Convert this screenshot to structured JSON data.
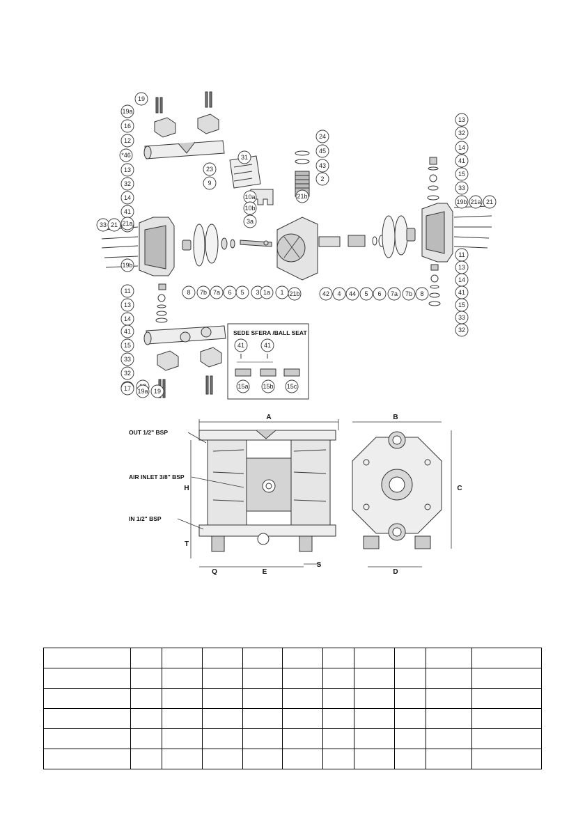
{
  "exploded_view": {
    "part_labels": [
      "19",
      "19a",
      "16",
      "12",
      "*46",
      "13",
      "32",
      "14",
      "41",
      "15",
      "33",
      "21",
      "21a",
      "19b",
      "11",
      "13",
      "14",
      "41",
      "15",
      "33",
      "32",
      "*46",
      "12",
      "17",
      "19a",
      "19",
      "23",
      "9",
      "31",
      "10a",
      "10b",
      "3a",
      "8",
      "7b",
      "7a",
      "6",
      "5",
      "3",
      "1a",
      "1",
      "21b",
      "24",
      "45",
      "43",
      "2",
      "21b",
      "42",
      "4",
      "44",
      "5",
      "6",
      "7a",
      "7b",
      "8",
      "13",
      "32",
      "14",
      "41",
      "15",
      "33",
      "19b",
      "21a",
      "21",
      "11",
      "13",
      "14",
      "41",
      "15",
      "33",
      "32"
    ],
    "ball_seat": {
      "title": "SEDE SFERA /BALL SEAT",
      "labels": [
        "41",
        "41",
        "15a",
        "15b",
        "15c"
      ]
    }
  },
  "dimension_drawing": {
    "ports": {
      "outlet": "OUT 1/2\" BSP",
      "air_inlet": "AIR INLET 3/8\" BSP",
      "inlet": "IN 1/2\" BSP"
    },
    "dimension_letters": [
      "A",
      "H",
      "T",
      "Q",
      "E",
      "S",
      "B",
      "C",
      "D"
    ]
  },
  "table": {
    "rows": 6,
    "cols": 11
  }
}
